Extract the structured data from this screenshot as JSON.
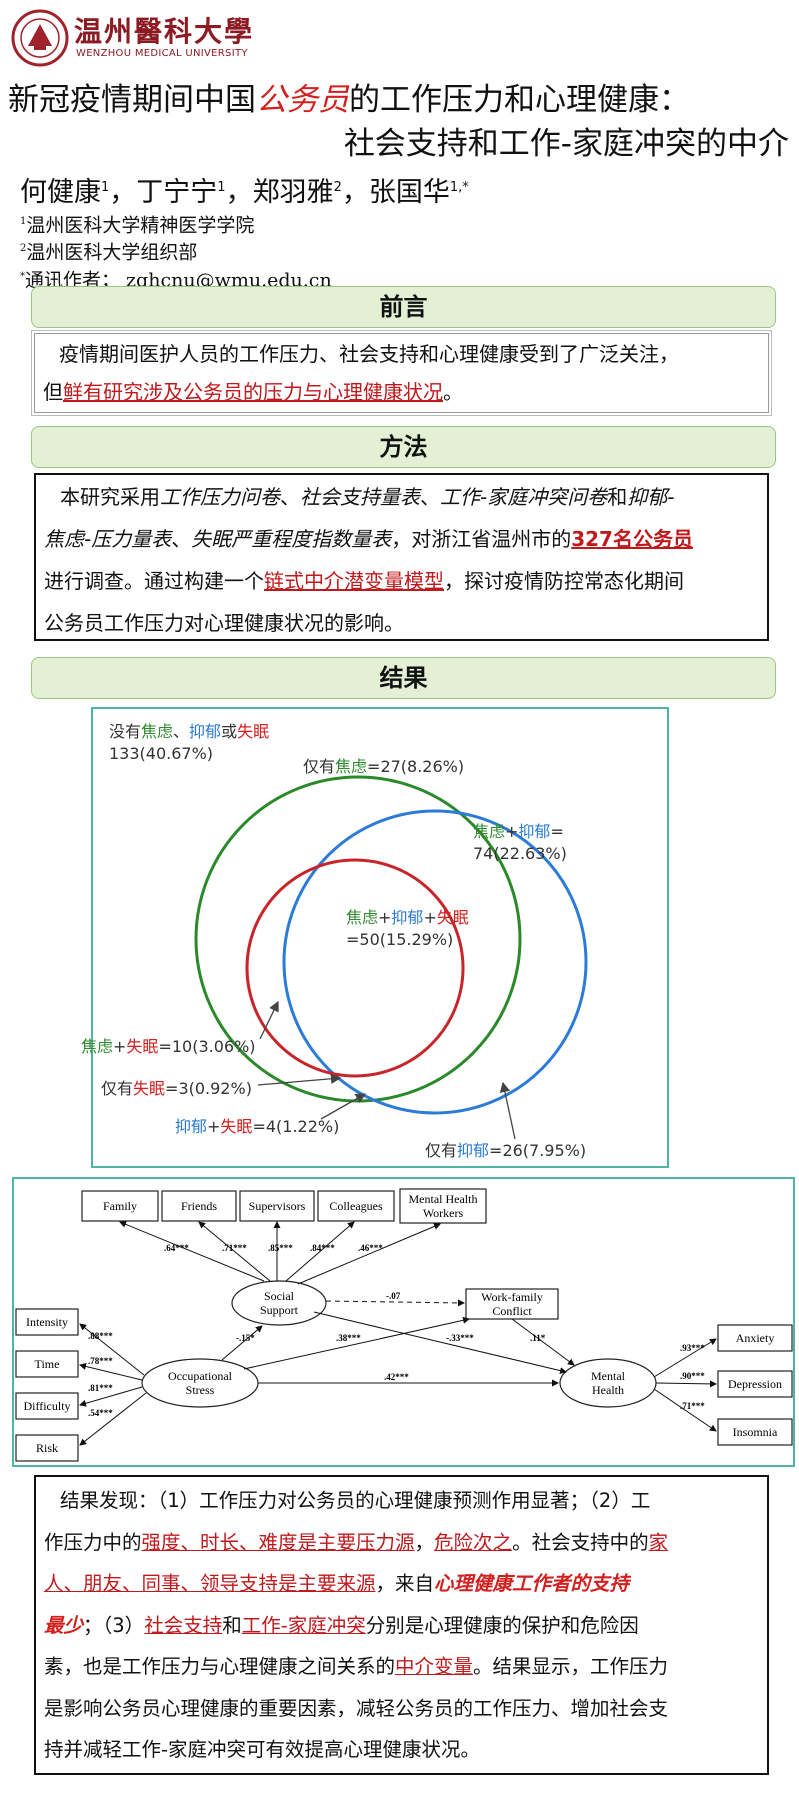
{
  "header": {
    "logo_cn": "温州醫科大學",
    "logo_en": "WENZHOU MEDICAL UNIVERSITY"
  },
  "title": {
    "line1_pre": "新冠疫情期间中国",
    "line1_hl": "公务员",
    "line1_post": "的工作压力和心理健康：",
    "line2": "社会支持和工作-家庭冲突的中介"
  },
  "authors": [
    {
      "name": "何健康",
      "sup": "1"
    },
    {
      "name": "丁宁宁",
      "sup": "1"
    },
    {
      "name": "郑羽雅",
      "sup": "2"
    },
    {
      "name": "张国华",
      "sup": "1,*"
    }
  ],
  "authors_sep": "，",
  "affiliations": [
    {
      "sup": "1",
      "text": "温州医科大学精神医学学院"
    },
    {
      "sup": "2",
      "text": "温州医科大学组织部"
    },
    {
      "sup": "*",
      "text": "通讯作者； zghcnu@wmu.edu.cn"
    }
  ],
  "sections": {
    "intro": "前言",
    "methods": "方法",
    "results": "结果"
  },
  "intro": {
    "p1": "疫情期间医护人员的工作压力、社会支持和心理健康受到了广泛关注，",
    "p2_pre": "但",
    "p2_hl": "鲜有研究涉及公务员的压力与心理健康状况",
    "p2_post": "。"
  },
  "methods": {
    "s1": "本研究采用",
    "i1": "工作压力问卷",
    "s2": "、",
    "i2": "社会支持量表",
    "s3": "、",
    "i3": "工作-家庭冲突问卷",
    "s4": "和",
    "i4": "抑郁-",
    "i4b": "焦虑-压力量表",
    "s5": "、",
    "i5": "失眠严重程度指数量表",
    "s6": "，对浙江省温州市的",
    "hl1": "327名公务员",
    "s7": "进行调查。通过构建一个",
    "hl2": "链式中介潜变量模型",
    "s8": "，探讨疫情防控常态化期间",
    "s9": "公务员工作压力对心理健康状况的影响。"
  },
  "venn": {
    "none_pre": "没有",
    "none_a": "焦虑",
    "sep1": "、",
    "none_d": "抑郁",
    "or": "或",
    "none_i": "失眠",
    "none_val": "133(40.67%)",
    "only": "仅有",
    "anx": "焦虑",
    "dep": "抑郁",
    "ins": "失眠",
    "plus": "+",
    "only_a_val": "=27(8.26%)",
    "a_d_val": "=",
    "a_d_val2": "74(22.63%)",
    "all_val": "=50(15.29%)",
    "a_i_val": "=10(3.06%)",
    "only_i_val": "=3(0.92%)",
    "d_i_val": "=4(1.22%)",
    "only_d_val": "=26(7.95%)"
  },
  "sem": {
    "family": "Family",
    "friends": "Friends",
    "supervisors": "Supervisors",
    "colleagues": "Colleagues",
    "mhw1": "Mental Health",
    "mhw2": "Workers",
    "social1": "Social",
    "social2": "Support",
    "wfc1": "Work-family",
    "wfc2": "Conflict",
    "intensity": "Intensity",
    "time": "Time",
    "difficulty": "Difficulty",
    "risk": "Risk",
    "occ1": "Occupational",
    "occ2": "Stress",
    "mh1": "Mental",
    "mh2": "Health",
    "anxiety": "Anxiety",
    "depression": "Depression",
    "insomnia": "Insomnia",
    "c_family": ".64***",
    "c_friends": ".71***",
    "c_supervisors": ".85***",
    "c_colleagues": ".84***",
    "c_mhw": ".46***",
    "c_ss_wfc": "-.07",
    "c_os_ss": "-.15*",
    "c_os_wfc": ".38***",
    "c_ss_mh": "-.33***",
    "c_wfc_mh": ".11*",
    "c_os_mh": ".42***",
    "c_intensity": ".88***",
    "c_time": ".78***",
    "c_difficulty": ".81***",
    "c_risk": ".54***",
    "c_anxiety": ".93***",
    "c_depression": ".90***",
    "c_insomnia": ".71***"
  },
  "findings": {
    "f1": "结果发现：（1）工作压力对公务员的心理健康预测作用显著；（2）工",
    "f2": "作压力中的",
    "f2_hl": "强度、时长、难度是主要压力源",
    "f2_sep": "，",
    "f2_hl2": "危险次之",
    "f2_post": "。社会支持中的",
    "f2_hl3": "家",
    "f3_hl": "人、朋友、同事、领导支持是主要来源",
    "f3_mid": "，来自",
    "f3_hl2": "心理健康工作者的支持",
    "f4_hl": "最少",
    "f4_mid": "；（3）",
    "f4_hl2": "社会支持",
    "f4_and": "和",
    "f4_hl3": "工作-家庭冲突",
    "f4_post": "分别是心理健康的保护和危险因",
    "f5": "素，也是工作压力与心理健康之间关系的",
    "f5_hl": "中介变量",
    "f5_post": "。结果显示，工作压力",
    "f6": "是影响公务员心理健康的重要因素，减轻公务员的工作压力、增加社会支",
    "f7": "持并减轻工作-家庭冲突可有效提高心理健康状况。"
  },
  "colors": {
    "accent_red": "#d41f1f",
    "anxiety_green": "#2e8b2e",
    "depression_blue": "#2b7bd8",
    "insomnia_red": "#c8242a",
    "section_bg": "#e3f0d4",
    "frame_teal": "#4fb3a8"
  }
}
